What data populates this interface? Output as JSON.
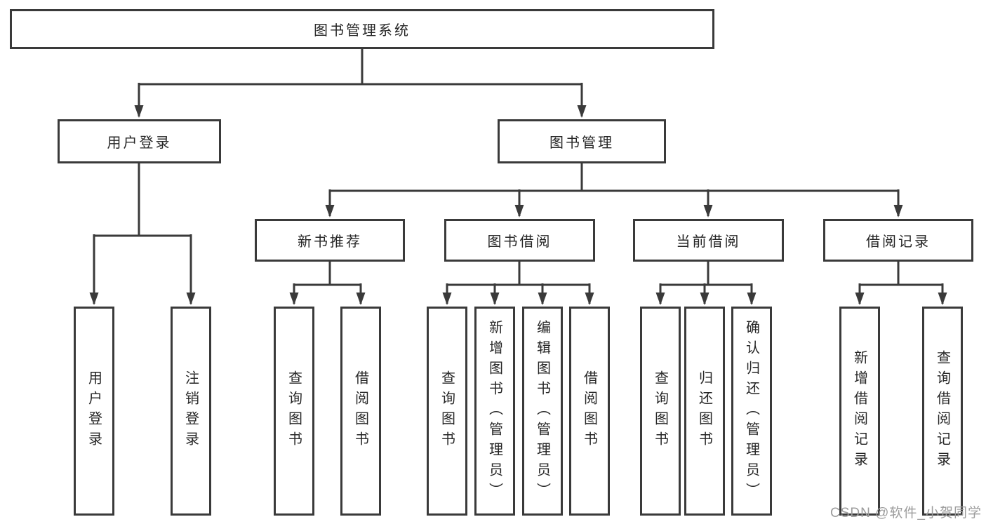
{
  "tree": {
    "root": "图书管理系统",
    "level2": [
      {
        "label": "用户登录",
        "children": [
          "用户登录",
          "注销登录"
        ]
      },
      {
        "label": "图书管理",
        "children": [
          {
            "label": "新书推荐",
            "children": [
              "查询图书",
              "借阅图书"
            ]
          },
          {
            "label": "图书借阅",
            "children": [
              "查询图书",
              "新增图书（管理员）",
              "编辑图书（管理员）",
              "借阅图书"
            ]
          },
          {
            "label": "当前借阅",
            "children": [
              "查询图书",
              "归还图书",
              "确认归还（管理员）"
            ]
          },
          {
            "label": "借阅记录",
            "children": [
              "新增借阅记录",
              "查询借阅记录"
            ]
          }
        ]
      }
    ]
  },
  "watermark": "CSDN @软件_小贺同学",
  "colors": {
    "line": "#3a3a3a",
    "box_border": "#3a3a3a",
    "text": "#262626",
    "background": "#ffffff",
    "watermark": "#9c9c9c"
  }
}
